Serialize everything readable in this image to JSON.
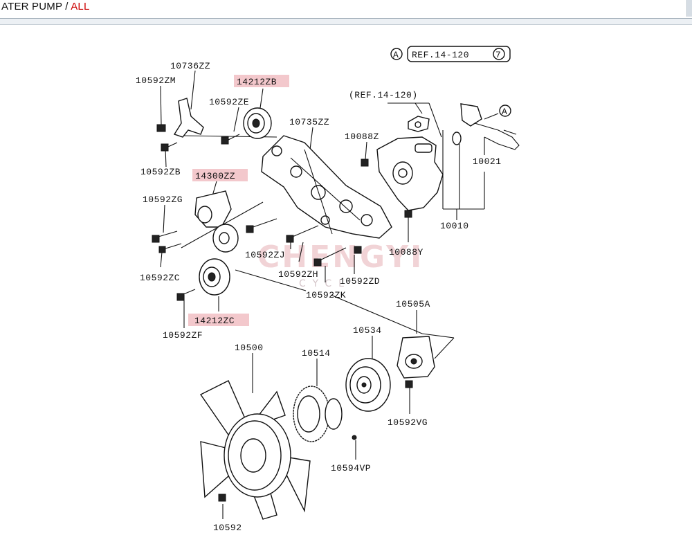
{
  "header": {
    "title": "ATER PUMP",
    "separator": " / ",
    "category": "ALL"
  },
  "diagram": {
    "ref_top_circle": "A",
    "ref_top": "REF.14-120",
    "ref_top_num": "7",
    "ref_pump": "(REF.14-120)",
    "ref_arrow_circle": "A",
    "labels": {
      "p10736ZZ": "10736ZZ",
      "p10592ZM": "10592ZM",
      "p14212ZB": "14212ZB",
      "p10592ZE": "10592ZE",
      "p10735ZZ": "10735ZZ",
      "p10088Z": "10088Z",
      "p10021": "10021",
      "p10592ZB": "10592ZB",
      "p14300ZZ": "14300ZZ",
      "p10592ZG": "10592ZG",
      "p10010": "10010",
      "p10592ZJ": "10592ZJ",
      "p10088Y": "10088Y",
      "p10592ZH": "10592ZH",
      "p10592ZD": "10592ZD",
      "p10592ZC": "10592ZC",
      "p10592ZK": "10592ZK",
      "p14212ZC": "14212ZC",
      "p10505A": "10505A",
      "p10592ZF": "10592ZF",
      "p10534": "10534",
      "p10500": "10500",
      "p10514": "10514",
      "p10592VG": "10592VG",
      "p10594VP": "10594VP",
      "p10592": "10592"
    },
    "watermark": "CHENGYI",
    "watermark_sub": "CYCL"
  },
  "colors": {
    "highlight": "#f3c8cc",
    "category": "#cc0000",
    "ink": "#111111"
  }
}
